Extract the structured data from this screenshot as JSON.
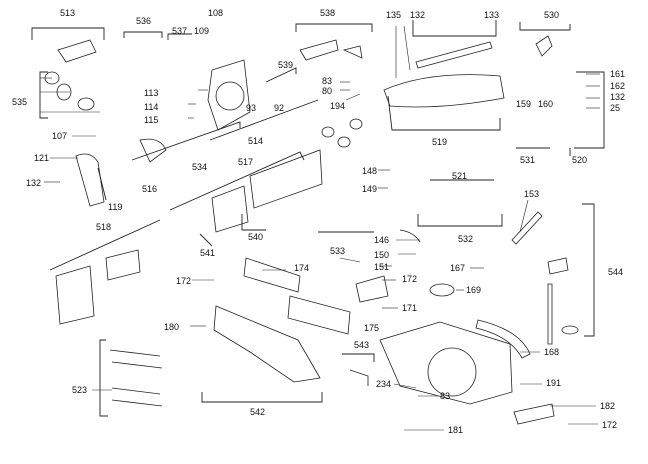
{
  "callouts": [
    {
      "id": "c513",
      "label": "513"
    },
    {
      "id": "c535",
      "label": "535"
    },
    {
      "id": "c107",
      "label": "107"
    },
    {
      "id": "c121",
      "label": "121"
    },
    {
      "id": "c132a",
      "label": "132"
    },
    {
      "id": "c516",
      "label": "516"
    },
    {
      "id": "c119",
      "label": "119"
    },
    {
      "id": "c536",
      "label": "536"
    },
    {
      "id": "c537",
      "label": "537"
    },
    {
      "id": "c109",
      "label": "109"
    },
    {
      "id": "c108",
      "label": "108"
    },
    {
      "id": "c113",
      "label": "113"
    },
    {
      "id": "c114",
      "label": "114"
    },
    {
      "id": "c115",
      "label": "115"
    },
    {
      "id": "c534",
      "label": "534"
    },
    {
      "id": "c514",
      "label": "514"
    },
    {
      "id": "c538",
      "label": "538"
    },
    {
      "id": "c539",
      "label": "539"
    },
    {
      "id": "c93",
      "label": "93"
    },
    {
      "id": "c92",
      "label": "92"
    },
    {
      "id": "c83a",
      "label": "83"
    },
    {
      "id": "c80",
      "label": "80"
    },
    {
      "id": "c194",
      "label": "194"
    },
    {
      "id": "c135",
      "label": "135"
    },
    {
      "id": "c132b",
      "label": "132"
    },
    {
      "id": "c133",
      "label": "133"
    },
    {
      "id": "c519",
      "label": "519"
    },
    {
      "id": "c530",
      "label": "530"
    },
    {
      "id": "c161",
      "label": "161"
    },
    {
      "id": "c162",
      "label": "162"
    },
    {
      "id": "c132c",
      "label": "132"
    },
    {
      "id": "c25",
      "label": "25"
    },
    {
      "id": "c159",
      "label": "159"
    },
    {
      "id": "c160",
      "label": "160"
    },
    {
      "id": "c531",
      "label": "531"
    },
    {
      "id": "c520",
      "label": "520"
    },
    {
      "id": "c517",
      "label": "517"
    },
    {
      "id": "c148",
      "label": "148"
    },
    {
      "id": "c149",
      "label": "149"
    },
    {
      "id": "c521",
      "label": "521"
    },
    {
      "id": "c153",
      "label": "153"
    },
    {
      "id": "c518",
      "label": "518"
    },
    {
      "id": "c541",
      "label": "541"
    },
    {
      "id": "c540",
      "label": "540"
    },
    {
      "id": "c533",
      "label": "533"
    },
    {
      "id": "c532",
      "label": "532"
    },
    {
      "id": "c146",
      "label": "146"
    },
    {
      "id": "c150",
      "label": "150"
    },
    {
      "id": "c151",
      "label": "151"
    },
    {
      "id": "c172a",
      "label": "172"
    },
    {
      "id": "c174",
      "label": "174"
    },
    {
      "id": "c172b",
      "label": "172"
    },
    {
      "id": "c167",
      "label": "167"
    },
    {
      "id": "c169",
      "label": "169"
    },
    {
      "id": "c544",
      "label": "544"
    },
    {
      "id": "c171",
      "label": "171"
    },
    {
      "id": "c180",
      "label": "180"
    },
    {
      "id": "c175",
      "label": "175"
    },
    {
      "id": "c168",
      "label": "168"
    },
    {
      "id": "c523",
      "label": "523"
    },
    {
      "id": "c543",
      "label": "543"
    },
    {
      "id": "c191",
      "label": "191"
    },
    {
      "id": "c234",
      "label": "234"
    },
    {
      "id": "c83b",
      "label": "83"
    },
    {
      "id": "c542",
      "label": "542"
    },
    {
      "id": "c182",
      "label": "182"
    },
    {
      "id": "c181",
      "label": "181"
    },
    {
      "id": "c172c",
      "label": "172"
    }
  ]
}
